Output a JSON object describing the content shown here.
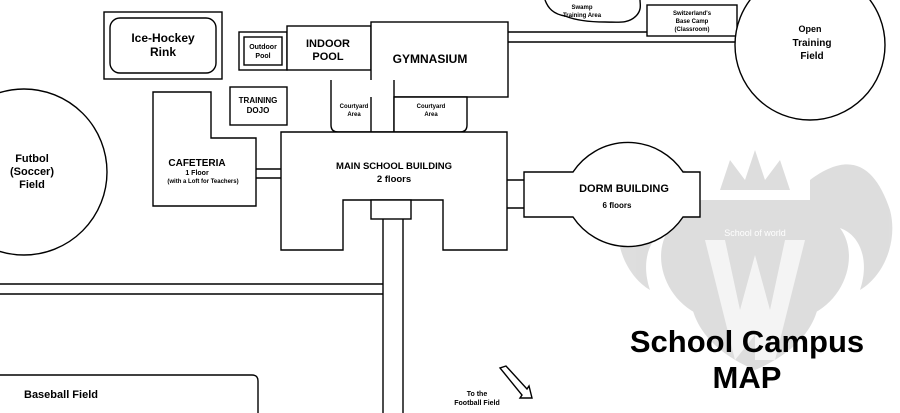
{
  "map_title": {
    "line1": "School Campus",
    "line2": "MAP"
  },
  "watermark": {
    "text": "School of world"
  },
  "locations": {
    "ice_hockey": {
      "line1": "Ice-Hockey",
      "line2": "Rink"
    },
    "outdoor_pool": {
      "line1": "Outdoor",
      "line2": "Pool"
    },
    "indoor_pool": {
      "line1": "INDOOR",
      "line2": "POOL"
    },
    "gymnasium": {
      "label": "GYMNASIUM"
    },
    "training_dojo": {
      "line1": "TRAINING",
      "line2": "DOJO"
    },
    "courtyard_left": {
      "line1": "Courtyard",
      "line2": "Area"
    },
    "courtyard_right": {
      "line1": "Courtyard",
      "line2": "Area"
    },
    "swamp": {
      "line1": "Swamp",
      "line2": "Training Area"
    },
    "base_camp": {
      "line1": "Switzerland's",
      "line2": "Base Camp",
      "line3": "(Classroom)"
    },
    "open_training_field": {
      "line1": "Open",
      "line2": "Training",
      "line3": "Field"
    },
    "futbol_field": {
      "line1": "Futbol",
      "line2": "(Soccer)",
      "line3": "Field"
    },
    "cafeteria": {
      "line1": "CAFETERIA",
      "line2": "1 Floor",
      "line3": "(with a Loft for Teachers)"
    },
    "main_building": {
      "line1": "MAIN SCHOOL BUILDING",
      "line2": "2 floors"
    },
    "dorm_building": {
      "line1": "DORM BUILDING",
      "line2": "6 floors"
    },
    "baseball_field": {
      "label": "Baseball Field"
    },
    "football_arrow": {
      "line1": "To the",
      "line2": "Football Field"
    }
  }
}
